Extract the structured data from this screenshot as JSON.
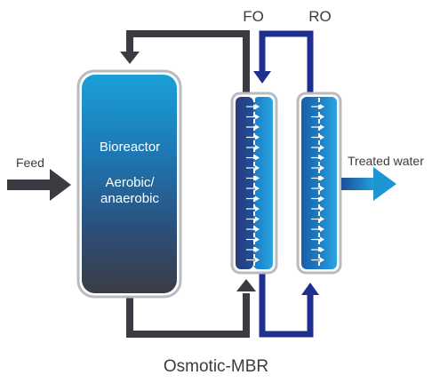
{
  "labels": {
    "fo": "FO",
    "ro": "RO",
    "feed": "Feed",
    "treated_water": "Treated water",
    "bioreactor": "Bioreactor",
    "aerobic": "Aerobic/",
    "anaerobic": "anaerobic",
    "caption": "Osmotic-MBR"
  },
  "colors": {
    "dark_arrow": "#3a3c42",
    "navy_loop": "#1e2f8f",
    "bioreactor_top": "#1a9bd2",
    "bioreactor_bottom": "#3a3d44",
    "membrane_blue": "#1f8fd0",
    "treated_arrow": "#1c97d3",
    "module_border": "#b8bcc2"
  },
  "icons": {
    "feed_arrow": "arrow-right-icon",
    "treated_arrow": "arrow-right-icon",
    "permeate_arrows": "chevron-right-icon"
  }
}
